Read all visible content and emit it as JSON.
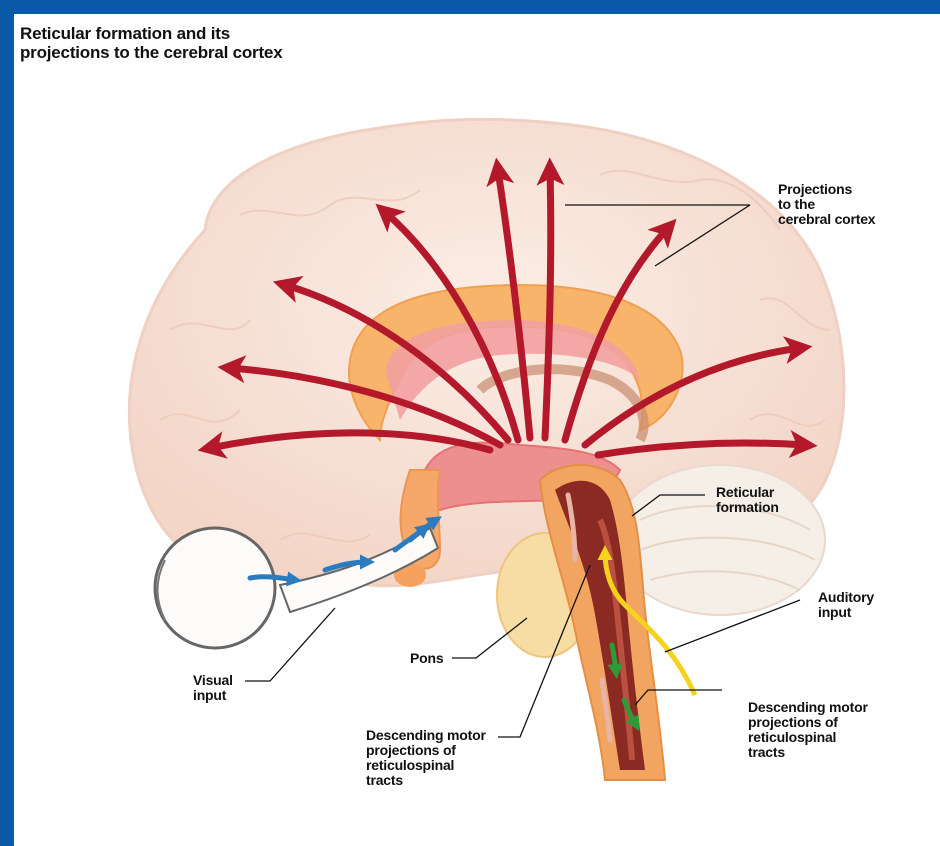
{
  "title": {
    "line1": "Reticular formation and its",
    "line2": "projections to the cerebral cortex"
  },
  "labels": {
    "projections": [
      "Projections",
      "to the",
      "cerebral cortex"
    ],
    "reticular": [
      "Reticular",
      "formation"
    ],
    "auditory": [
      "Auditory",
      "input"
    ],
    "pons": [
      "Pons"
    ],
    "visual": [
      "Visual",
      "input"
    ],
    "descending_left": [
      "Descending motor",
      "projections of",
      "reticulospinal",
      "tracts"
    ],
    "descending_right": [
      "Descending motor",
      "projections of",
      "reticulospinal",
      "tracts"
    ]
  },
  "colors": {
    "frame": "#0a5aa8",
    "projection_arrow": "#b3192b",
    "visual_arrow": "#2a7bc0",
    "auditory_path": "#f5d21e",
    "descending_arrow": "#2f9a3a",
    "brain": "#f8e3d8"
  }
}
